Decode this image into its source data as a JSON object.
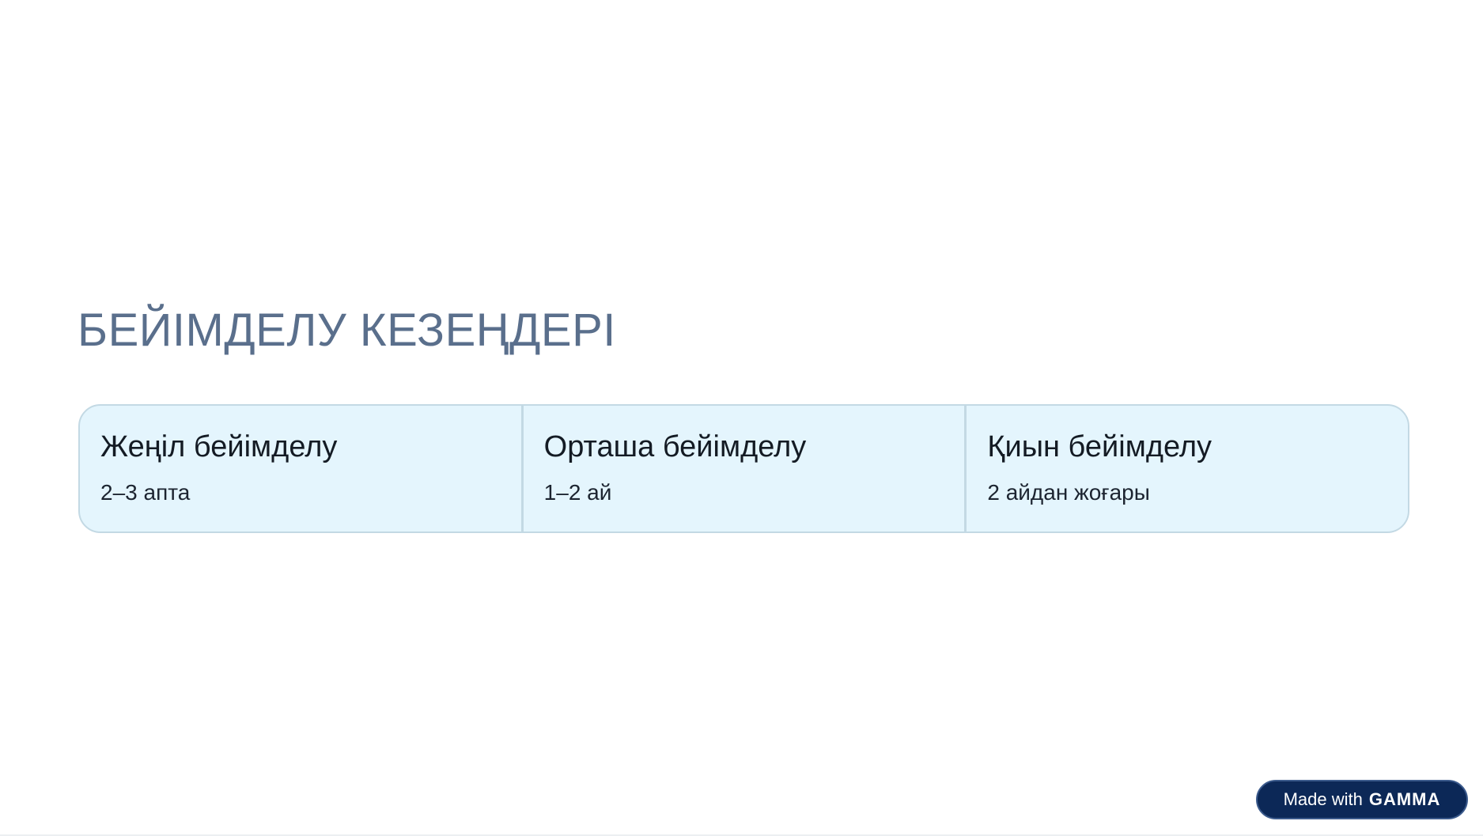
{
  "slide": {
    "title": "БЕЙІМДЕЛУ КЕЗЕҢДЕРІ",
    "stages": [
      {
        "title": "Жеңіл бейімделу",
        "duration": "2–3 апта"
      },
      {
        "title": "Орташа бейімделу",
        "duration": "1–2 ай"
      },
      {
        "title": "Қиын бейімделу",
        "duration": "2 айдан жоғары"
      }
    ]
  },
  "badge": {
    "prefix": "Made with",
    "logo": "GAMMA"
  },
  "colors": {
    "title": "#5a6f8c",
    "card_background": "#e4f5fd",
    "card_border": "#c3d9e4",
    "badge_background": "#0c2857"
  }
}
